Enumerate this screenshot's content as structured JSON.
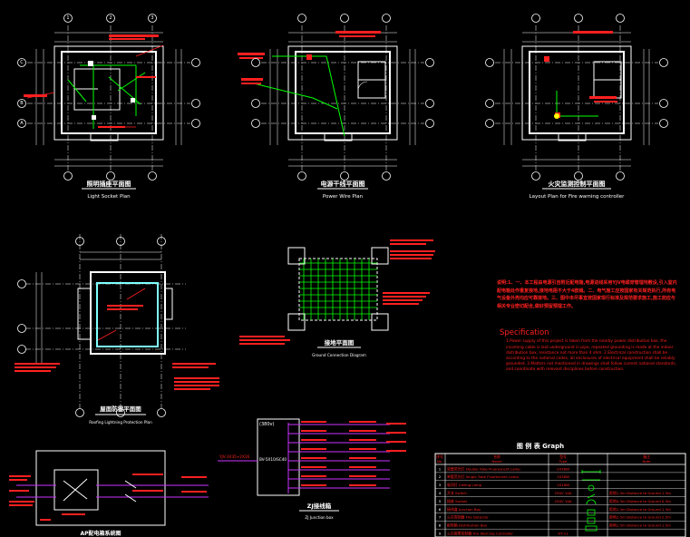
{
  "drawings": {
    "light_socket_plan": {
      "title_cn": "照明插座平面图",
      "title_en": "Light Socket Plan"
    },
    "power_wire_plan": {
      "title_cn": "电源干线平面图",
      "title_en": "Power Wire Plan"
    },
    "fire_monitor_plan": {
      "title_cn": "火灾监测控制平面图",
      "title_en": "Layout Plan for Fire warning controller"
    },
    "roof_lightning_plan": {
      "title_cn": "屋面防雷平面图",
      "title_en": "Roofing Lightning Protection Plan"
    },
    "ground_plan": {
      "title_cn": "接地平面图",
      "title_en": "Ground Connection Diagram"
    },
    "junction_box": {
      "title_cn": "ZJ接线箱",
      "title_en": "ZJ Junction box",
      "header": "(380v)",
      "feed": "YJV-3X35+2X16",
      "bus": "BV-5X10/SC40"
    },
    "switch_box": {
      "title_cn": "AP配电箱系统图"
    }
  },
  "grid_labels": {
    "cols": [
      "1",
      "2",
      "3"
    ],
    "rows": [
      "A",
      "B",
      "C"
    ]
  },
  "specification": {
    "cn_text": "说明:1、一、本工程由电源引自附近配电箱,电源进线采用YJV电缆穿管埋地敷设,引入室内配电箱处作重复接地,接地电阻不大于4欧姆。二、电气施工应按国家有关规范执行,所有电气设备外壳均应可靠接地。三、图中未尽事宜按国家现行标准及规范要求施工,施工前应与相关专业密切配合,做好预留预埋工作。",
    "title": "Specification",
    "en_text": "1.Power supply of this project is taken from the nearby power distribution box, the incoming cable is laid underground in pipe, repeated grounding is made at the indoor distribution box, resistance not more than 4 ohm. 2.Electrical construction shall be according to the national codes, all enclosures of electrical equipment shall be reliably grounded. 3.Matters not mentioned in drawings shall follow current national standards, and coordinate with relevant disciplines before construction."
  },
  "legend": {
    "title": "图 例 表 Graph",
    "headers": {
      "no_cn": "序号",
      "no_en": "No.",
      "name_cn": "名称",
      "name_en": "Name",
      "type_cn": "型号",
      "type_en": "Type",
      "note_cn": "备注",
      "note_en": "Note"
    },
    "rows": [
      {
        "no": "1",
        "name": "双管荧光灯 Double Tube Fluorescent Lamp",
        "type": "2X36W",
        "note": ""
      },
      {
        "no": "2",
        "name": "单管荧光灯 Single Tube Fluorescent Lamp",
        "type": "1X36W",
        "note": ""
      },
      {
        "no": "3",
        "name": "吸顶灯 Ceiling Lamp",
        "type": "1X18W",
        "note": ""
      },
      {
        "no": "4",
        "name": "开关 Switch",
        "type": "250V 10A",
        "note": "距地1.3m Distance to Ground 1.3m"
      },
      {
        "no": "5",
        "name": "插座 Socket",
        "type": "250V 10A",
        "note": "距地0.3m Distance to Ground 0.3m"
      },
      {
        "no": "6",
        "name": "接线盒 Junction Box",
        "type": "",
        "note": "距地1.3m Distance to Ground 1.3m"
      },
      {
        "no": "7",
        "name": "火灾探测器 Fire Detector",
        "type": "",
        "note": "距地2.5m Distance to Ground 2.5m"
      },
      {
        "no": "8",
        "name": "配电箱 Distribution Box",
        "type": "",
        "note": "距地1.5m Distance to Ground 1.5m"
      },
      {
        "no": "9",
        "name": "火灾报警控制器 Fire Warning Controller",
        "type": "HT-11",
        "note": ""
      }
    ]
  },
  "colors": {
    "background": "#000000",
    "wall": "#ffffff",
    "wire": "#00ff00",
    "note": "#ff2020",
    "grid": "#dddddd",
    "cable": "#cc33ff",
    "roof": "#80ffff"
  }
}
